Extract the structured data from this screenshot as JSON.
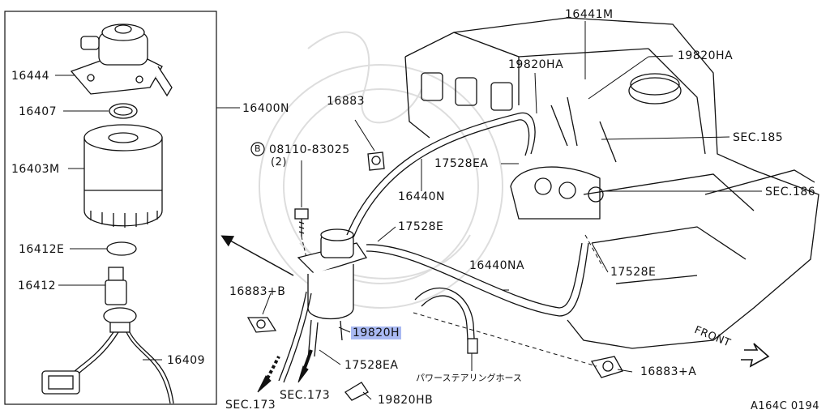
{
  "labels": {
    "p16444": "16444",
    "p16407": "16407",
    "p16403m": "16403M",
    "p16412e": "16412E",
    "p16412": "16412",
    "p16409": "16409",
    "p16400n": "16400N",
    "p16883_top": "16883",
    "bolt_code": "08110-83025",
    "bolt_qty": "(2)",
    "bolt_badge": "B",
    "p16441m": "16441M",
    "p19820ha_a": "19820HA",
    "p19820ha_b": "19820HA",
    "sec185": "SEC.185",
    "sec186": "SEC.186",
    "p17528ea_a": "17528EA",
    "p16440n": "16440N",
    "p17528e_a": "17528E",
    "p17528e_b": "17528E",
    "p16440na": "16440NA",
    "p16883b": "16883+B",
    "p19820h": "19820H",
    "p17528ea_b": "17528EA",
    "ps_hose": "パワーステアリングホース",
    "sec173_a": "SEC.173",
    "sec173_b": "SEC.173",
    "p19820hb": "19820HB",
    "p16883a": "16883+A",
    "front": "FRONT",
    "figure_code": "A164C 0194"
  },
  "highlight_color": "#a9b9f2"
}
